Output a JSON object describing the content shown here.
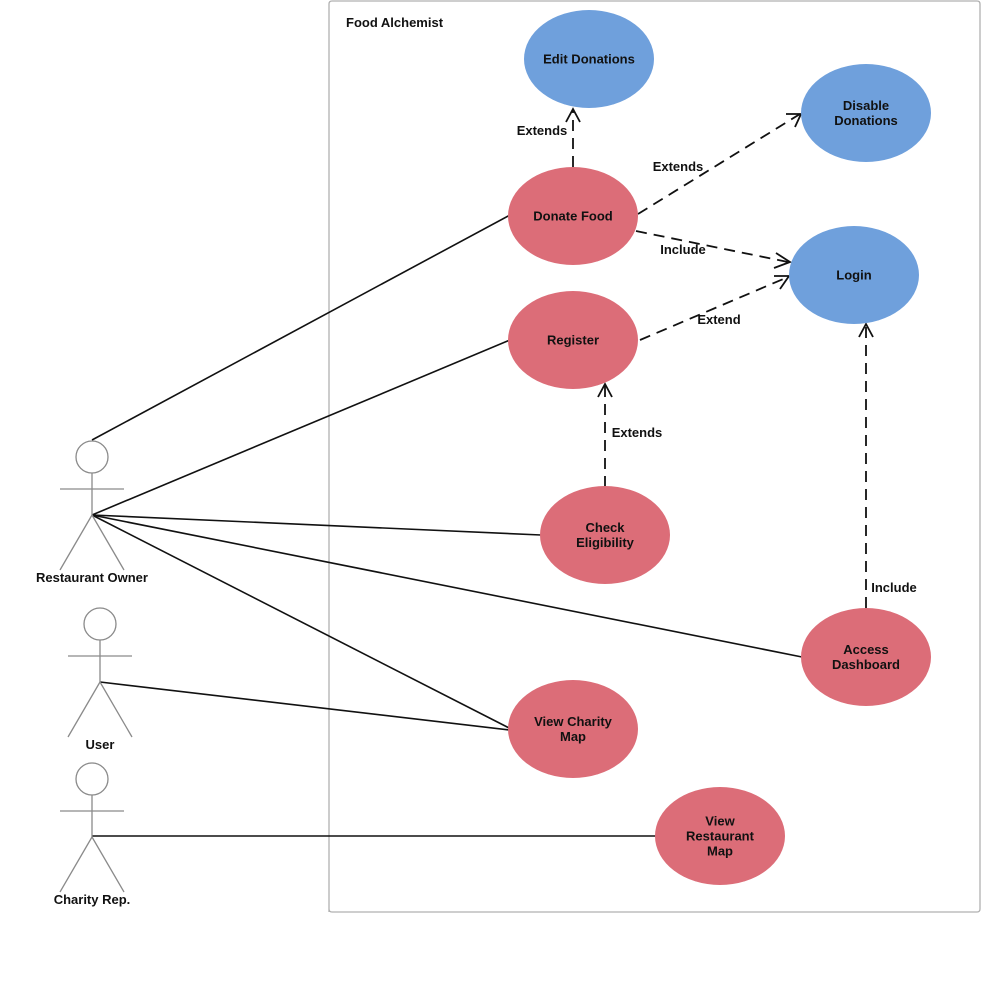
{
  "system": {
    "title": "Food Alchemist"
  },
  "colors": {
    "blue": "#6fa0dc",
    "red": "#dc6d78",
    "boundary": "#b0b0b0"
  },
  "actors": {
    "restaurant_owner": "Restaurant Owner",
    "user": "User",
    "charity_rep": "Charity Rep."
  },
  "use_cases": {
    "edit_donations": {
      "lines": [
        "Edit Donations"
      ],
      "color": "blue"
    },
    "disable_donations": {
      "lines": [
        "Disable",
        "Donations"
      ],
      "color": "blue"
    },
    "donate_food": {
      "lines": [
        "Donate Food"
      ],
      "color": "red"
    },
    "login": {
      "lines": [
        "Login"
      ],
      "color": "blue"
    },
    "register": {
      "lines": [
        "Register"
      ],
      "color": "red"
    },
    "check_eligibility": {
      "lines": [
        "Check",
        "Eligibility"
      ],
      "color": "red"
    },
    "access_dashboard": {
      "lines": [
        "Access",
        "Dashboard"
      ],
      "color": "red"
    },
    "view_charity_map": {
      "lines": [
        "View Charity",
        "Map"
      ],
      "color": "red"
    },
    "view_restaurant_map": {
      "lines": [
        "View",
        "Restaurant",
        "Map"
      ],
      "color": "red"
    }
  },
  "relationships": {
    "donate_to_edit": "Extends",
    "donate_to_disable": "Extends",
    "donate_to_login": "Include",
    "register_to_login": "Extend",
    "check_to_register": "Extends",
    "dashboard_to_login": "Include"
  }
}
